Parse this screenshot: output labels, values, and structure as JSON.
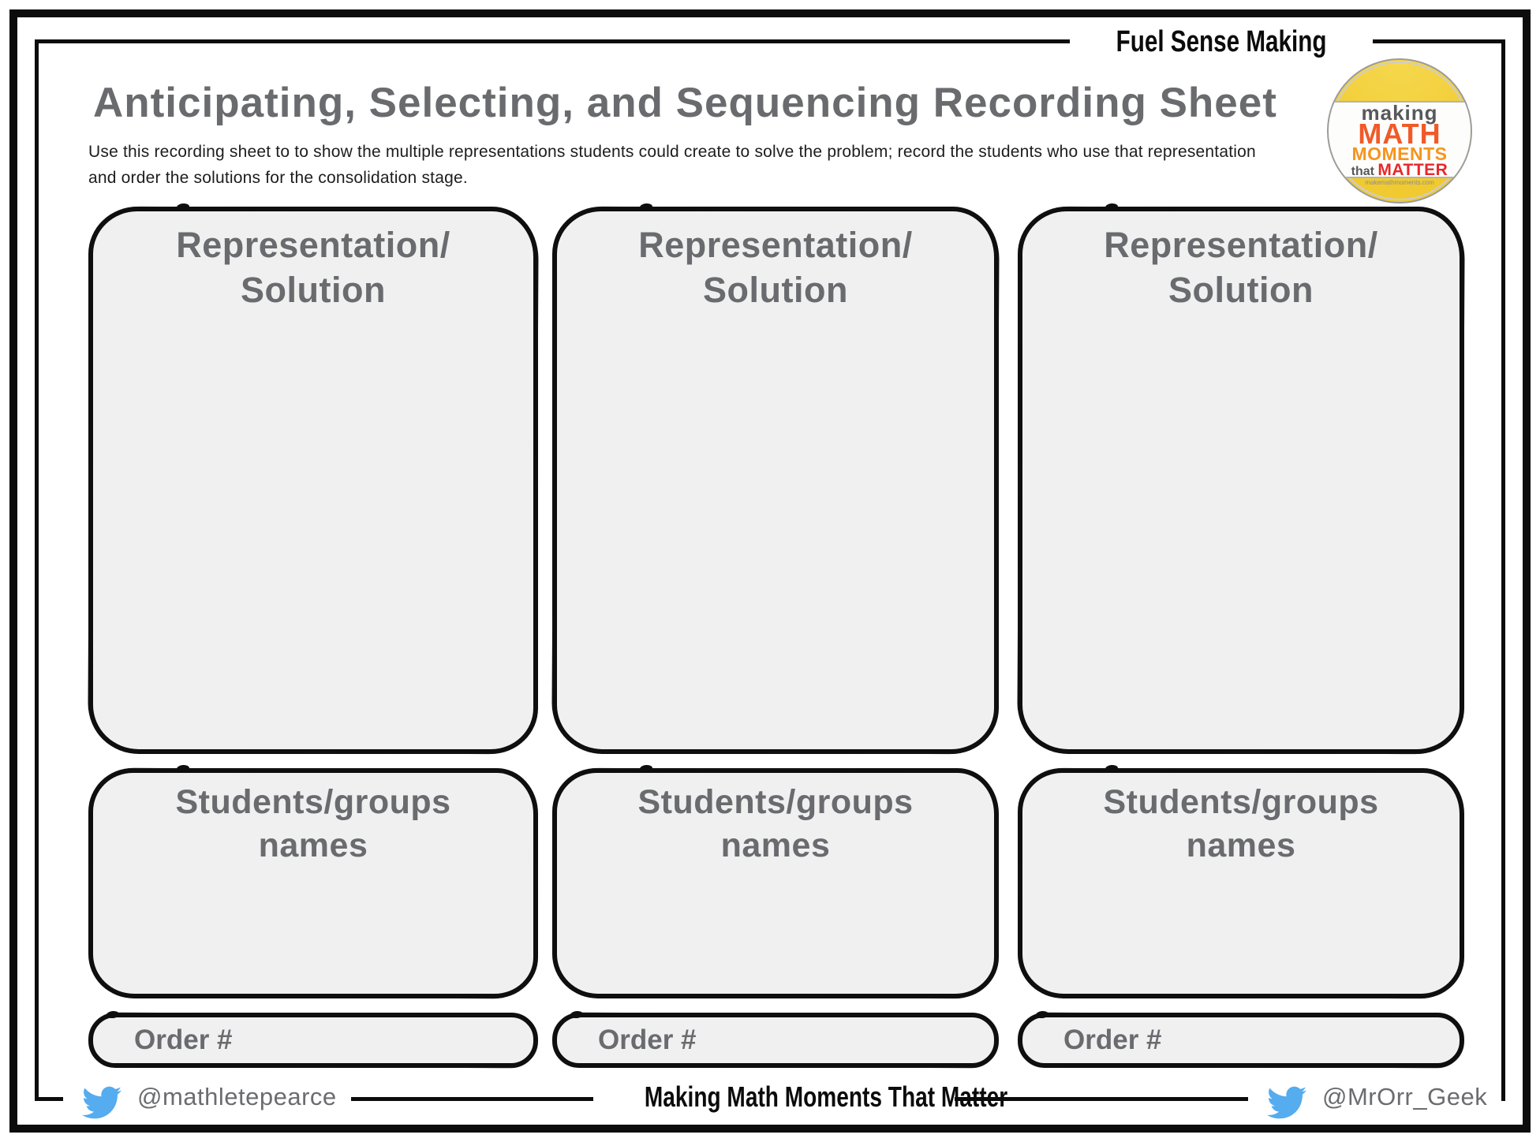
{
  "header": {
    "brand": "Fuel Sense Making",
    "title": "Anticipating, Selecting, and Sequencing Recording Sheet",
    "description_line1": "Use this recording sheet to to show the multiple representations students could create to solve the problem; record the students who use that representation",
    "description_line2": "and order the solutions for the consolidation stage."
  },
  "logo": {
    "word1": "making",
    "word2": "MATH",
    "word3": "MOMENTS",
    "word4_prefix": "that",
    "word4": "MATTER",
    "url": "makemathmoments.com",
    "colors": {
      "badge_yellow": "#F0CA30",
      "making_gray": "#58585A",
      "math_orange": "#F05A28",
      "moments_orange": "#F7941E",
      "matter_red": "#E8272B"
    }
  },
  "columns": [
    {
      "representation_line1": "Representation/",
      "representation_line2": "Solution",
      "students_line1": "Students/groups",
      "students_line2": "names",
      "order_label": "Order #"
    },
    {
      "representation_line1": "Representation/",
      "representation_line2": "Solution",
      "students_line1": "Students/groups",
      "students_line2": "names",
      "order_label": "Order #"
    },
    {
      "representation_line1": "Representation/",
      "representation_line2": "Solution",
      "students_line1": "Students/groups",
      "students_line2": "names",
      "order_label": "Order #"
    }
  ],
  "footer": {
    "left_handle": "@mathletepearce",
    "center_text": "Making Math Moments That Matter",
    "right_handle": "@MrOrr_Geek"
  },
  "colors": {
    "ink": "#0D0D0D",
    "heading_gray": "#6A6B6E",
    "box_fill": "#F0F0F1",
    "twitter_blue": "#55ACEE"
  }
}
